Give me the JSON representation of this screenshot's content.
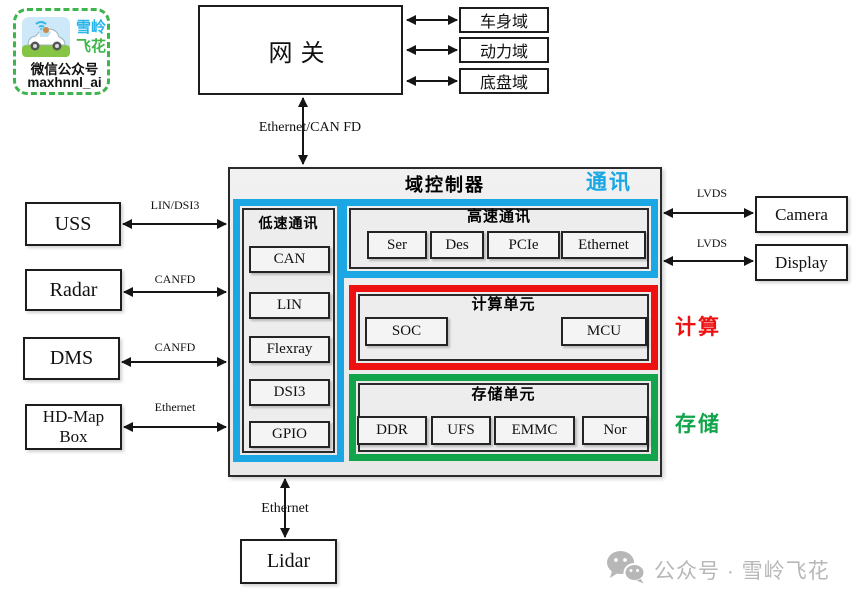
{
  "logo": {
    "brand_top": "雪岭",
    "brand_bottom": "飞花",
    "subtitle": "微信公众号",
    "account": "maxhnnl_ai"
  },
  "gateway": {
    "label": "网关",
    "link_label": "Ethernet/CAN FD"
  },
  "gateway_domains": [
    {
      "label": "车身域"
    },
    {
      "label": "动力域"
    },
    {
      "label": "底盘域"
    }
  ],
  "controller": {
    "title": "域控制器",
    "tags": {
      "comm": "通讯",
      "compute": "计算",
      "storage": "存储"
    },
    "low_speed": {
      "title": "低速通讯",
      "items": [
        "CAN",
        "LIN",
        "Flexray",
        "DSI3",
        "GPIO"
      ]
    },
    "high_speed": {
      "title": "高速通讯",
      "items": [
        "Ser",
        "Des",
        "PCIe",
        "Ethernet"
      ]
    },
    "compute": {
      "title": "计算单元",
      "items": [
        "SOC",
        "MCU"
      ]
    },
    "storage": {
      "title": "存储单元",
      "items": [
        "DDR",
        "UFS",
        "EMMC",
        "Nor"
      ]
    }
  },
  "left_devices": [
    {
      "label": "USS",
      "bus": "LIN/DSI3"
    },
    {
      "label": "Radar",
      "bus": "CANFD"
    },
    {
      "label": "DMS",
      "bus": "CANFD"
    },
    {
      "label": "HD-Map Box",
      "bus": "Ethernet"
    }
  ],
  "right_devices": [
    {
      "label": "Camera",
      "bus": "LVDS"
    },
    {
      "label": "Display",
      "bus": "LVDS"
    }
  ],
  "bottom_device": {
    "label": "Lidar",
    "bus": "Ethernet"
  },
  "watermark": "公众号 · 雪岭飞花",
  "colors": {
    "comm_blue": "#1aa7e3",
    "compute_red": "#ee1111",
    "storage_green": "#12a44a"
  }
}
